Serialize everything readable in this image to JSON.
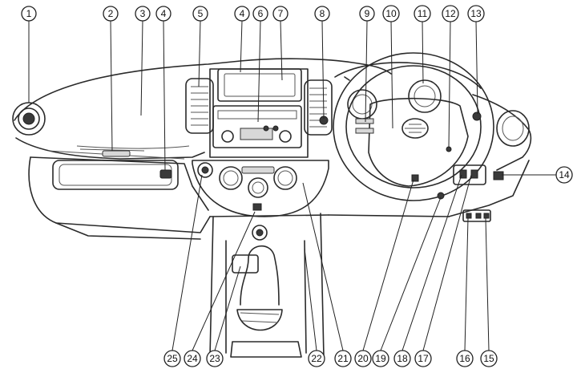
{
  "callouts": {
    "c1": "1",
    "c2": "2",
    "c3": "3",
    "c4a": "4",
    "c5": "5",
    "c4b": "4",
    "c6": "6",
    "c7": "7",
    "c8": "8",
    "c9": "9",
    "c10": "10",
    "c11": "11",
    "c12": "12",
    "c13": "13",
    "c14": "14",
    "c15": "15",
    "c16": "16",
    "c17": "17",
    "c18": "18",
    "c19": "19",
    "c20a": "20",
    "c21": "21",
    "c22": "22",
    "c23": "23",
    "c24": "24",
    "c25": "25"
  }
}
